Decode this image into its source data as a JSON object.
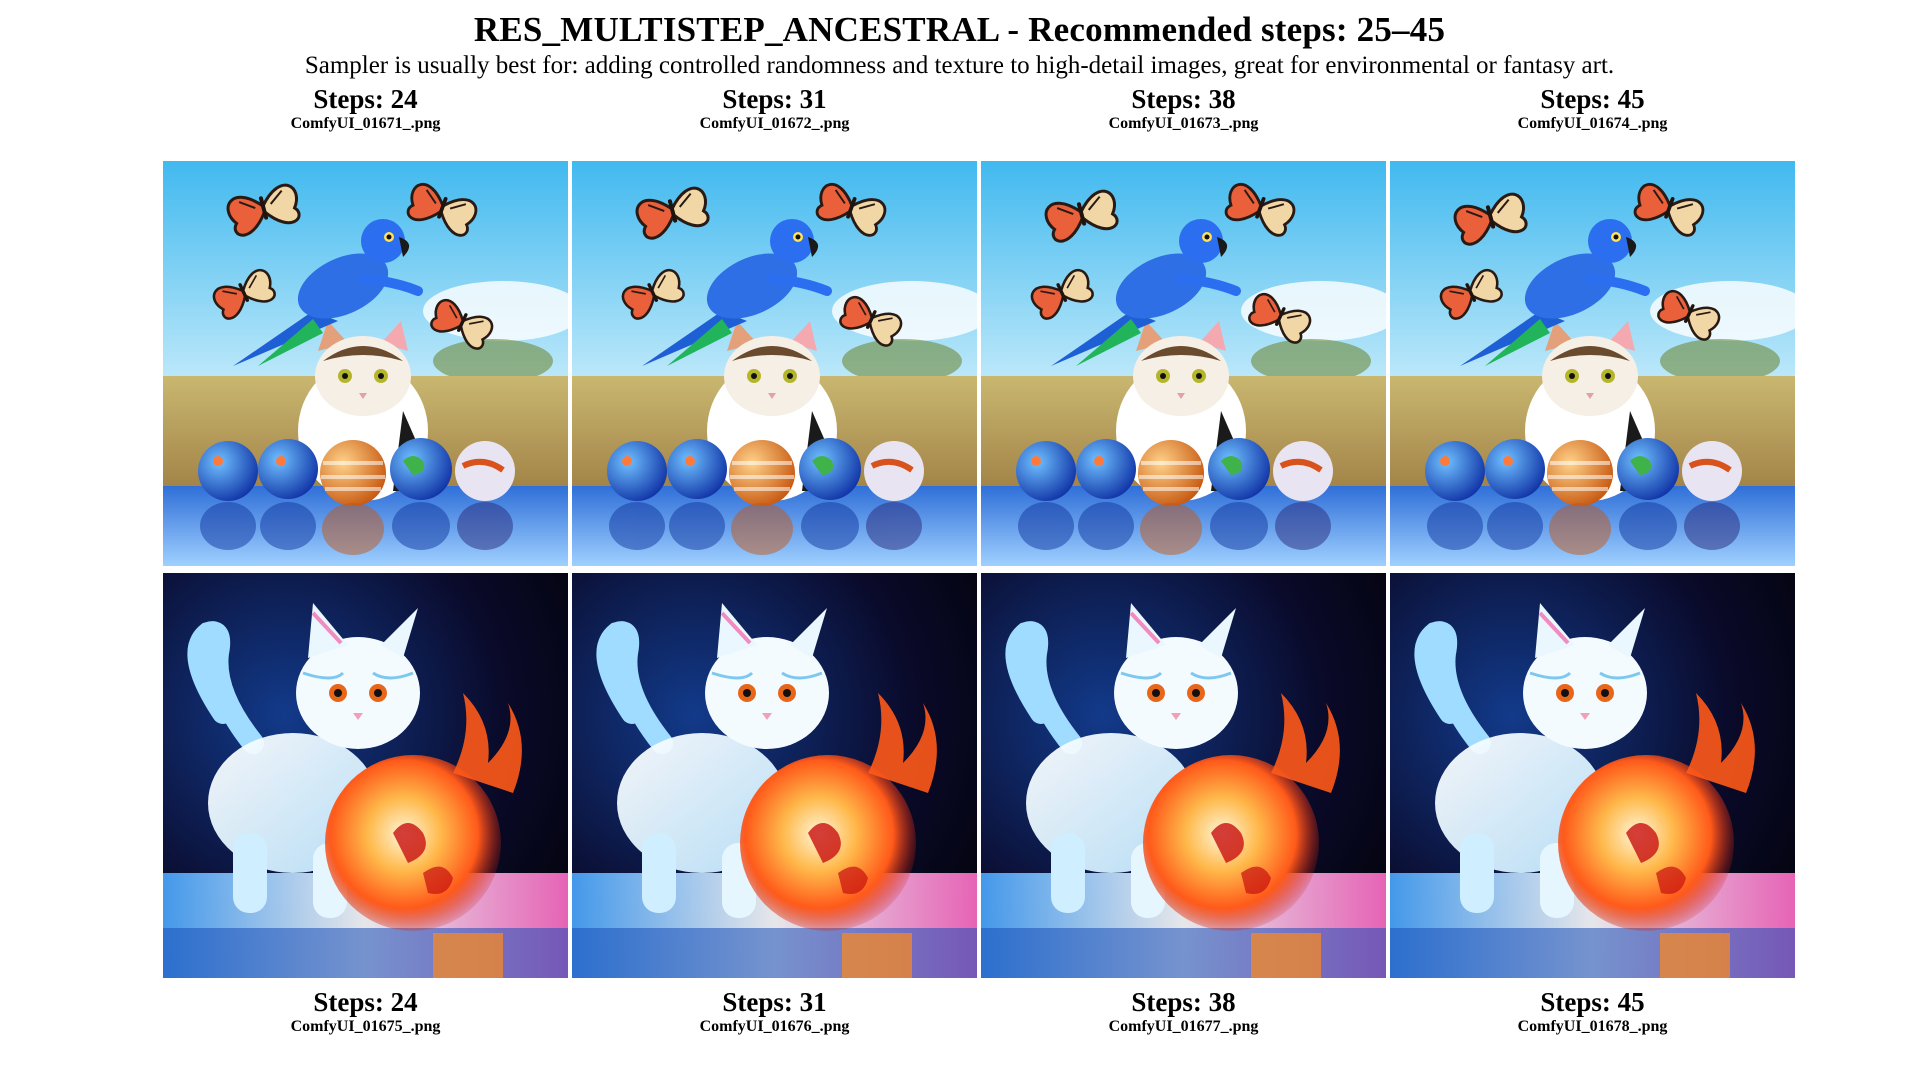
{
  "header": {
    "title": "RES_MULTISTEP_ANCESTRAL - Recommended steps: 25–45",
    "subtitle": "Sampler is usually best for: adding controlled randomness and texture to high-detail images, great for environmental or fantasy art."
  },
  "rows": [
    {
      "scene": "parrot-cat-marbles",
      "captions_position": "top",
      "cells": [
        {
          "steps": "Steps: 24",
          "file": "ComfyUI_01671_.png"
        },
        {
          "steps": "Steps: 31",
          "file": "ComfyUI_01672_.png"
        },
        {
          "steps": "Steps: 38",
          "file": "ComfyUI_01673_.png"
        },
        {
          "steps": "Steps: 45",
          "file": "ComfyUI_01674_.png"
        }
      ]
    },
    {
      "scene": "ice-cat-fireball",
      "captions_position": "bottom",
      "cells": [
        {
          "steps": "Steps: 24",
          "file": "ComfyUI_01675_.png"
        },
        {
          "steps": "Steps: 31",
          "file": "ComfyUI_01676_.png"
        },
        {
          "steps": "Steps: 38",
          "file": "ComfyUI_01677_.png"
        },
        {
          "steps": "Steps: 45",
          "file": "ComfyUI_01678_.png"
        }
      ]
    }
  ],
  "colors": {
    "sky": "#5cc8f0",
    "grass": "#c9b770",
    "water": "#4a8fe0",
    "parrot": "#2e6fe6",
    "dark_bg": "#0a0a2a",
    "ice": "#bfe8ff",
    "fire": "#ff5a1a"
  }
}
